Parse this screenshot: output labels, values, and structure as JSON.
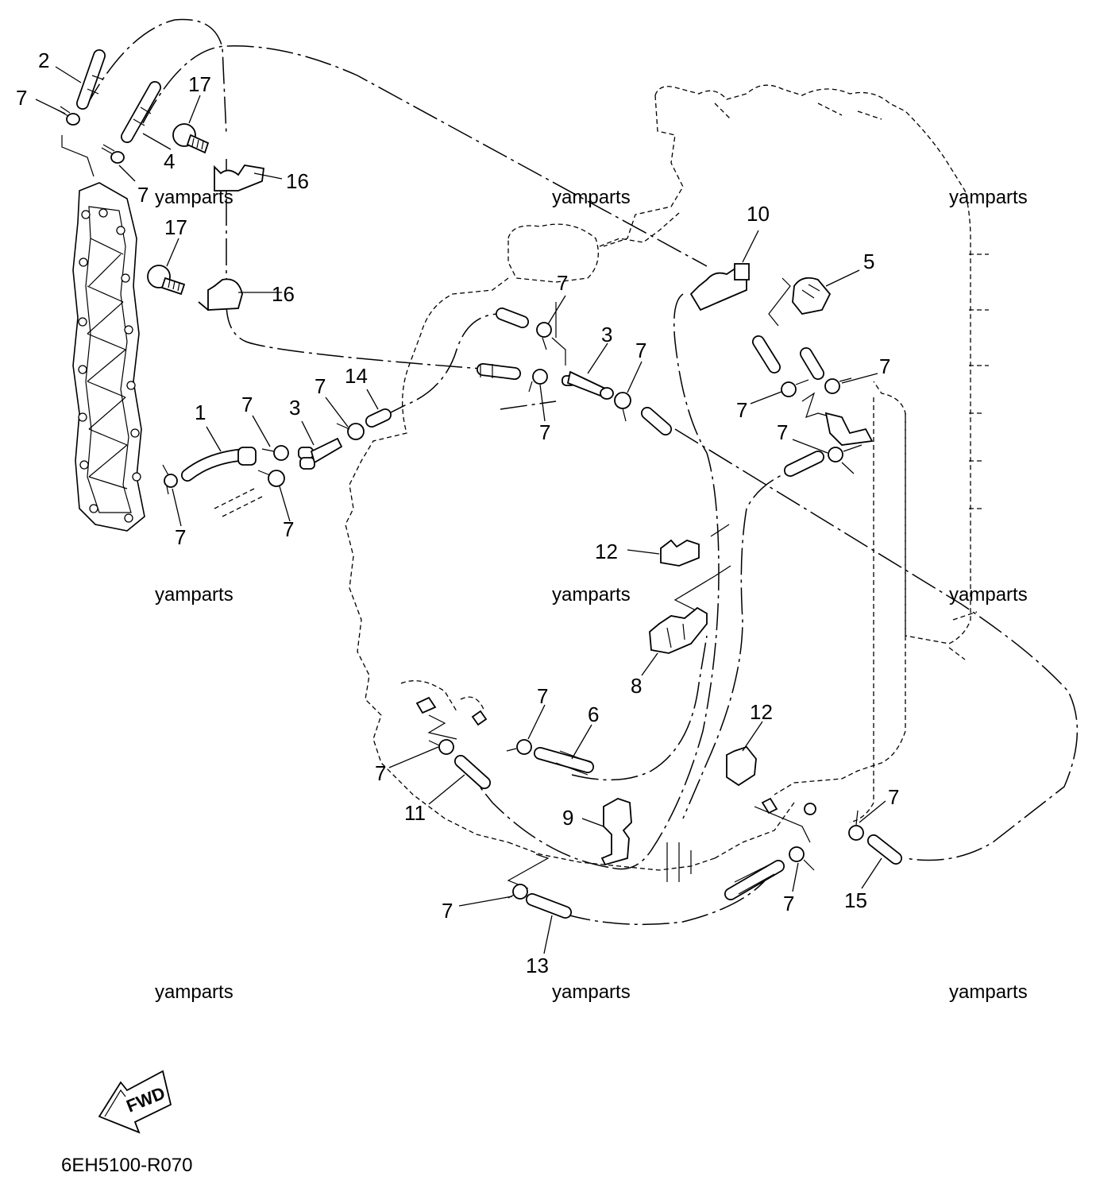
{
  "diagram": {
    "drawing_code": "6EH5100-R070",
    "fwd_label": "FWD",
    "watermarks": [
      "yamparts",
      "yamparts",
      "yamparts",
      "yamparts",
      "yamparts",
      "yamparts",
      "yamparts",
      "yamparts",
      "yamparts"
    ],
    "callouts": [
      {
        "id": "c-2",
        "text": "2"
      },
      {
        "id": "c-7a",
        "text": "7"
      },
      {
        "id": "c-17a",
        "text": "17"
      },
      {
        "id": "c-4",
        "text": "4"
      },
      {
        "id": "c-7b",
        "text": "7"
      },
      {
        "id": "c-16a",
        "text": "16"
      },
      {
        "id": "c-17b",
        "text": "17"
      },
      {
        "id": "c-16b",
        "text": "16"
      },
      {
        "id": "c-10",
        "text": "10"
      },
      {
        "id": "c-5",
        "text": "5"
      },
      {
        "id": "c-7c",
        "text": "7"
      },
      {
        "id": "c-3a",
        "text": "3"
      },
      {
        "id": "c-7d",
        "text": "7"
      },
      {
        "id": "c-7e",
        "text": "7"
      },
      {
        "id": "c-7f",
        "text": "7"
      },
      {
        "id": "c-7g",
        "text": "7"
      },
      {
        "id": "c-7h",
        "text": "7"
      },
      {
        "id": "c-14",
        "text": "14"
      },
      {
        "id": "c-1",
        "text": "1"
      },
      {
        "id": "c-7i",
        "text": "7"
      },
      {
        "id": "c-3b",
        "text": "3"
      },
      {
        "id": "c-7j",
        "text": "7"
      },
      {
        "id": "c-7k",
        "text": "7"
      },
      {
        "id": "c-7l",
        "text": "7"
      },
      {
        "id": "c-12a",
        "text": "12"
      },
      {
        "id": "c-8",
        "text": "8"
      },
      {
        "id": "c-7m",
        "text": "7"
      },
      {
        "id": "c-6",
        "text": "6"
      },
      {
        "id": "c-12b",
        "text": "12"
      },
      {
        "id": "c-7n",
        "text": "7"
      },
      {
        "id": "c-11",
        "text": "11"
      },
      {
        "id": "c-9",
        "text": "9"
      },
      {
        "id": "c-7o",
        "text": "7"
      },
      {
        "id": "c-7p",
        "text": "7"
      },
      {
        "id": "c-15",
        "text": "15"
      },
      {
        "id": "c-7q",
        "text": "7"
      },
      {
        "id": "c-13",
        "text": "13"
      }
    ]
  }
}
